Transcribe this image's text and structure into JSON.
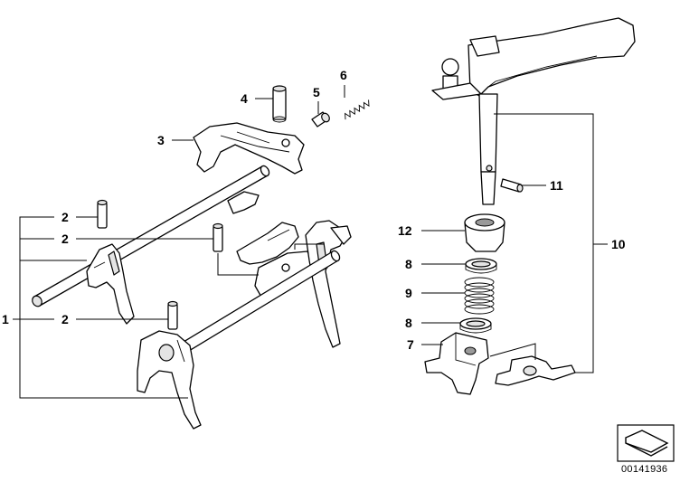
{
  "diagram": {
    "callouts": {
      "c1": "1",
      "c2a": "2",
      "c2b": "2",
      "c2c": "2",
      "c3": "3",
      "c4": "4",
      "c5": "5",
      "c6": "6",
      "c7": "7",
      "c8a": "8",
      "c8b": "8",
      "c9": "9",
      "c10": "10",
      "c11": "11",
      "c12": "12"
    },
    "doc_number": "00141936"
  }
}
